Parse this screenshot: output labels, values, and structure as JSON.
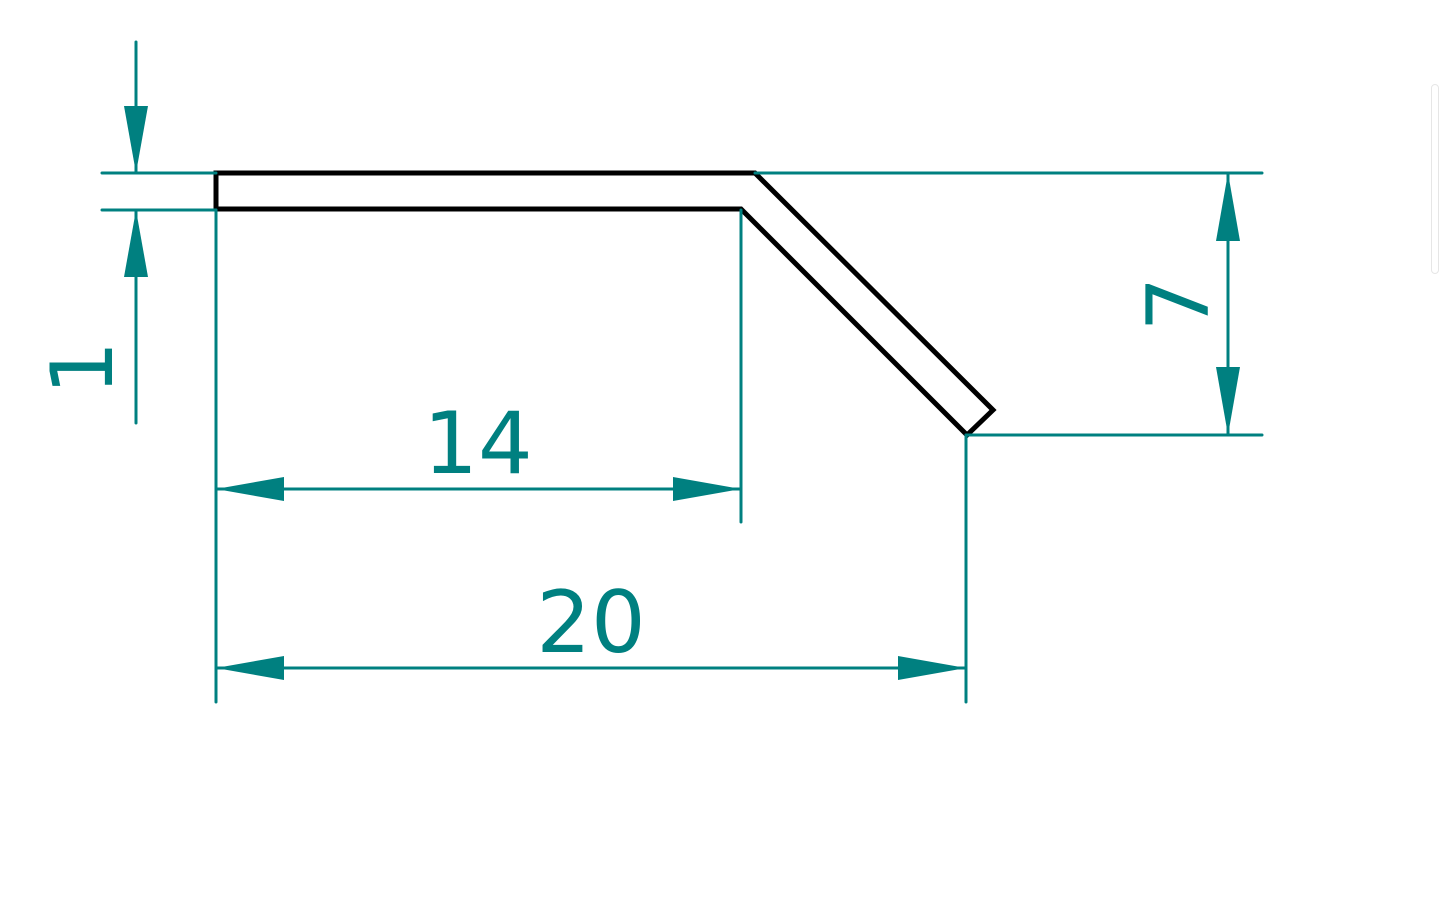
{
  "colors": {
    "dimension": "#008080",
    "profile": "#000000",
    "background": "#ffffff"
  },
  "dimensions": {
    "thickness": "1",
    "inner_length": "14",
    "overall_length": "20",
    "height": "7"
  }
}
